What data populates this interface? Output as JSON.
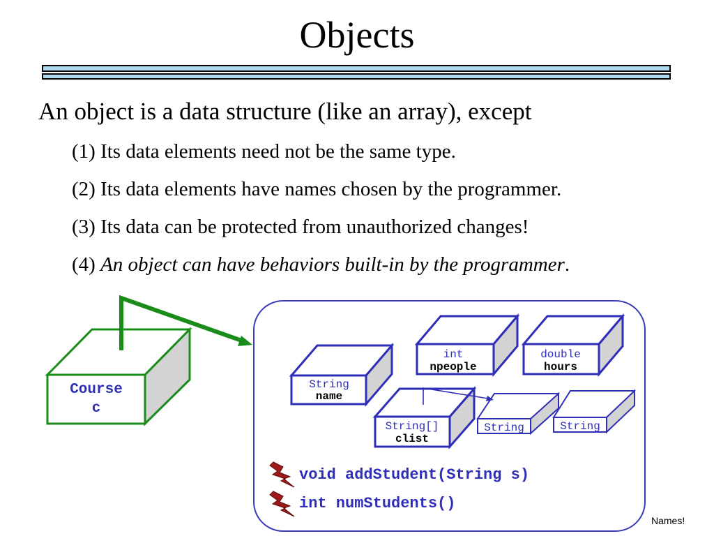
{
  "slide": {
    "title": "Objects",
    "intro": "An object is a data structure (like an array), except",
    "points": [
      {
        "number": "(1)",
        "text": "Its data elements need not be the same type."
      },
      {
        "number": "(2)",
        "text": "Its data elements have names chosen by the programmer."
      },
      {
        "number": "(3)",
        "text": "Its data can be protected from unauthorized changes!"
      },
      {
        "number": "(4)",
        "text": "An object can have behaviors built-in by the programmer",
        "trail": "."
      }
    ]
  },
  "diagram": {
    "object": {
      "type": "Course",
      "name": "c"
    },
    "fields": [
      {
        "type": "int",
        "name": "npeople"
      },
      {
        "type": "double",
        "name": "hours"
      },
      {
        "type": "String",
        "name": "name"
      },
      {
        "type": "String[]",
        "name": "clist"
      }
    ],
    "array_elements": [
      {
        "type": "String"
      },
      {
        "type": "String"
      }
    ],
    "methods": [
      {
        "signature": "void addStudent(String s)",
        "icon": "lightning-icon"
      },
      {
        "signature": "int numStudents()",
        "icon": "lightning-icon"
      }
    ],
    "colors": {
      "object_green": "#1a8c1a",
      "field_blue": "#2e2eb8",
      "panel_border": "#3a3ab8",
      "box_side_gray": "#d3d3d3",
      "lightning_red": "#9e1a1a",
      "rule_blue": "#add8f0"
    }
  },
  "footnote": "Names!"
}
